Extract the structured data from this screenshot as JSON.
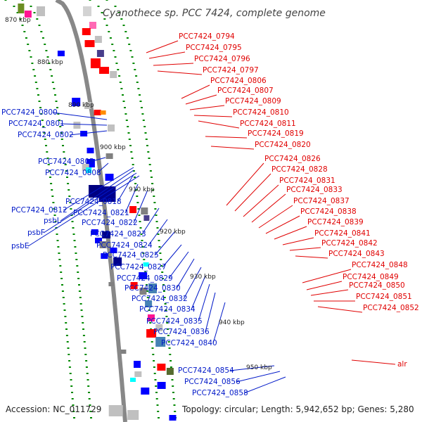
{
  "title": "Cyanothece sp. PCC 7424, complete genome",
  "accession": "Accession: NC_011729",
  "topology": "Topology: circular; Length: 5,942,652 bp; Genes: 5,280",
  "kbp_ticks": [
    "870 kbp",
    "880 kbp",
    "890 kbp",
    "900 kbp",
    "910 kbp",
    "920 kbp",
    "930 kbp",
    "940 kbp",
    "950 kbp"
  ],
  "red_labels": [
    "PCC7424_0794",
    "PCC7424_0795",
    "PCC7424_0796",
    "PCC7424_0797",
    "PCC7424_0806",
    "PCC7424_0807",
    "PCC7424_0809",
    "PCC7424_0810",
    "PCC7424_0811",
    "PCC7424_0819",
    "PCC7424_0820",
    "PCC7424_0826",
    "PCC7424_0828",
    "PCC7424_0831",
    "PCC7424_0833",
    "PCC7424_0837",
    "PCC7424_0838",
    "PCC7424_0839",
    "PCC7424_0841",
    "PCC7424_0842",
    "PCC7424_0843",
    "PCC7424_0848",
    "PCC7424_0849",
    "PCC7424_0850",
    "PCC7424_0851",
    "PCC7424_0852",
    "alr"
  ],
  "blue_labels": [
    "PCC7424_0800",
    "PCC7424_0801",
    "PCC7424_0802",
    "PCC7424_0805",
    "PCC7424_0808",
    "PCC7424_0818",
    "PCC7424_0812",
    "PCC7424_0821",
    "psbL",
    "PCC7424_0822",
    "psbF",
    "PCC7424_0823",
    "psbE",
    "PCC7424_0824",
    "PCC7424_0825",
    "PCC7424_0827",
    "PCC7424_0829",
    "PCC7424_0830",
    "PCC7424_0832",
    "PCC7424_0834",
    "PCC7424_0835",
    "PCC7424_0836",
    "PCC7424_0840",
    "PCC7424_0854",
    "PCC7424_0856",
    "PCC7424_0858"
  ],
  "colors": {
    "forward_strand": "#ff0000",
    "reverse_strand": "#0000ff",
    "backbone": "#888888",
    "tick_dots": "#008800"
  }
}
